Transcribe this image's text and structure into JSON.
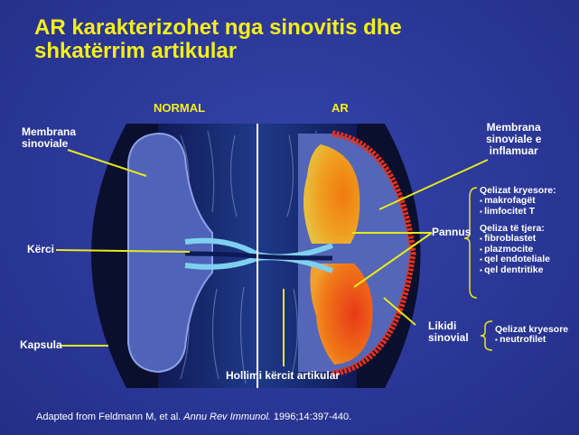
{
  "title_line1": "AR karakterizohet nga sinovitis dhe",
  "title_line2": "shkatërrim artikular",
  "headers": {
    "normal": "NORMAL",
    "ar": "AR"
  },
  "left_labels": {
    "membrana_line1": "Membrana",
    "membrana_line2": "sinoviale",
    "kerci": "Kërci",
    "kapsula": "Kapsula"
  },
  "right_labels": {
    "inflamed_line1": "Membrana",
    "inflamed_line2": "sinoviale e",
    "inflamed_line3": "inflamuar",
    "pannus": "Pannus",
    "likidi_line1": "Likidi",
    "likidi_line2": "sinovial"
  },
  "pannus_cells": {
    "main_heading": "Qelizat kryesore:",
    "main_items": [
      "makrofagët",
      "limfocitet T"
    ],
    "other_heading": "Qeliza të tjera:",
    "other_items": [
      "fibroblastet",
      "plazmocite",
      "qel endoteliale",
      "qel dentritike"
    ]
  },
  "fluid_cells": {
    "heading": "Qelizat kryesore",
    "items": [
      "neutrofilet"
    ]
  },
  "bottom_label": "Hollimi  kërcit artikular",
  "credit": {
    "prefix": "Adapted from Feldmann M, et al. ",
    "journal": "Annu Rev Immunol.",
    "suffix": " 1996;14:397-440."
  },
  "colors": {
    "background": "#2c3a9c",
    "title": "#f6ee1a",
    "leader_line": "#e8e81c",
    "inflamed_membrane": "#e8301a",
    "pannus": "#f08a1c"
  }
}
